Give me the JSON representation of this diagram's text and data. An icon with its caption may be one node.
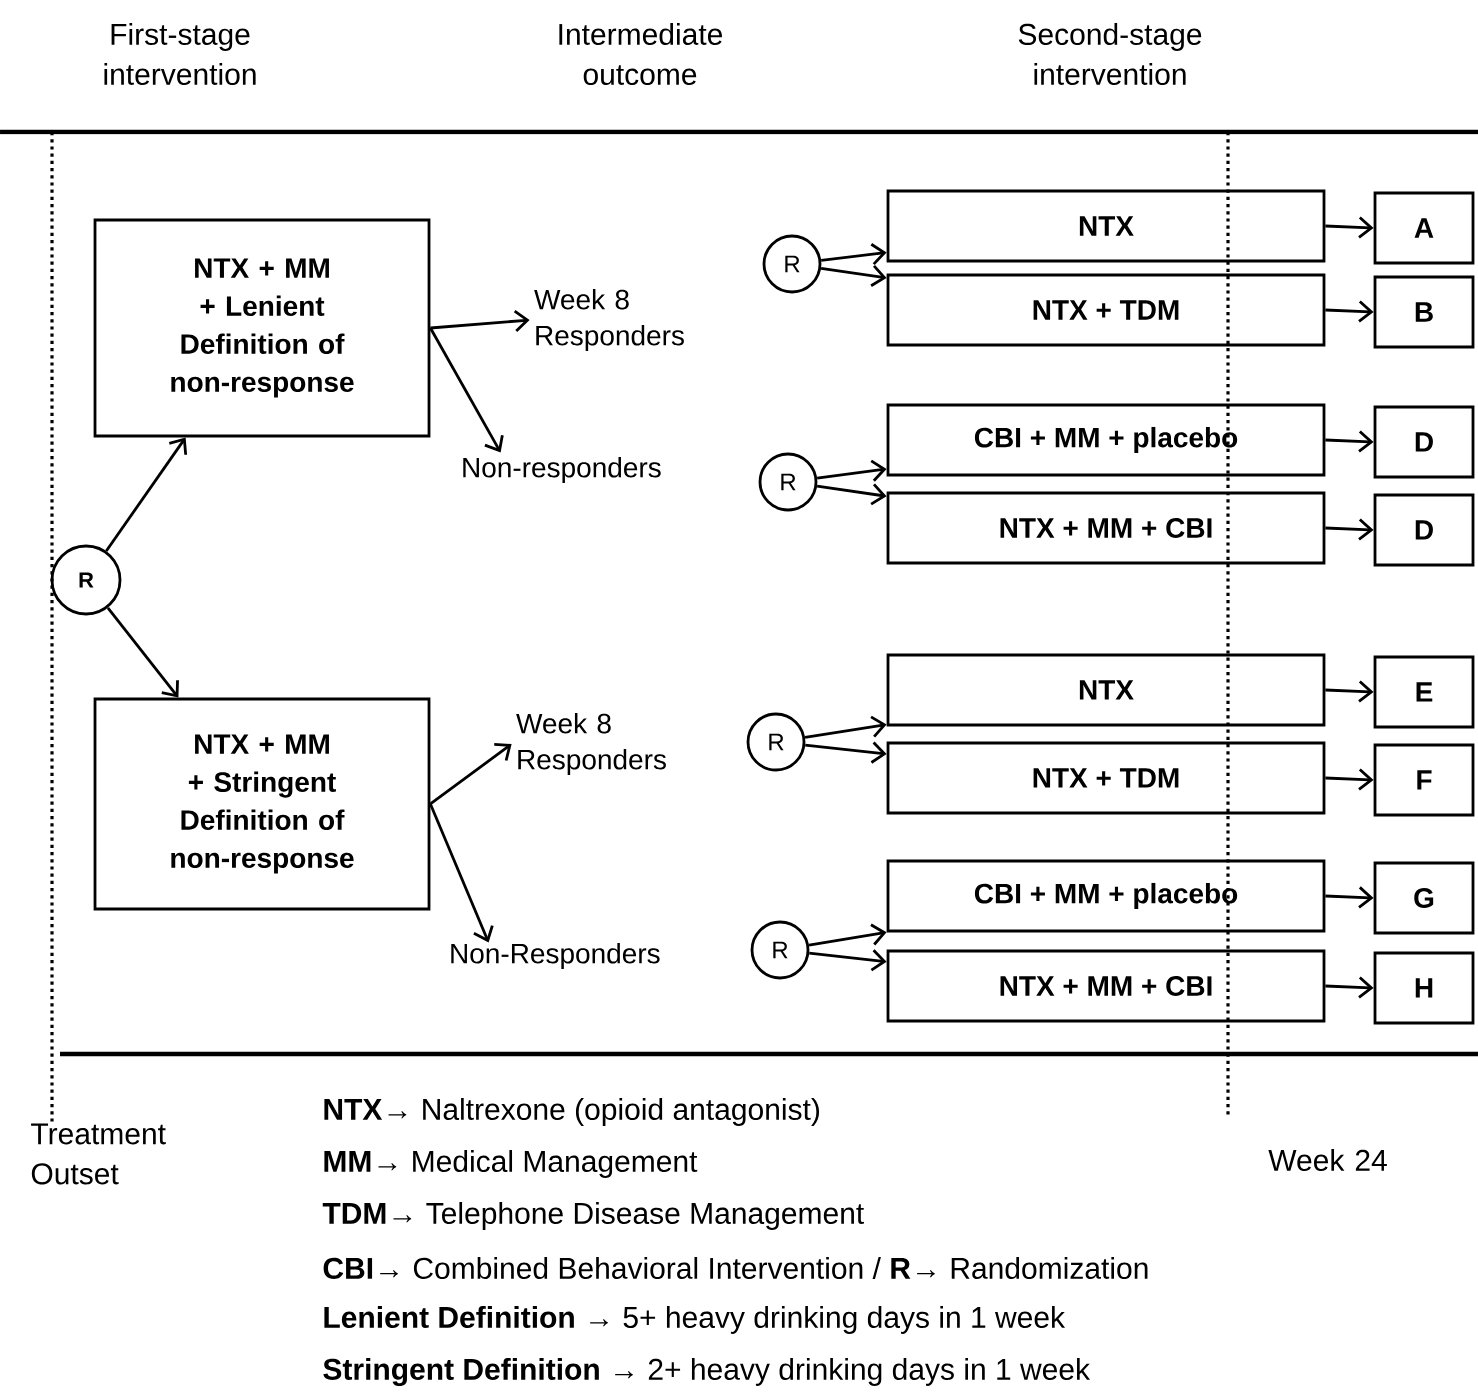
{
  "diagram": {
    "nodes": [
      {
        "text": [
          "R"
        ]
      },
      {
        "text": [
          "NTX + MM + Lenient Definition of non-response"
        ]
      },
      {
        "text": [
          "NTX + MM + Stringent Definition of non-response"
        ]
      },
      {
        "text": [
          "Week 8 Responders"
        ]
      },
      {
        "text": [
          "Non-responders"
        ]
      },
      {
        "text": [
          "Week 8 Responders"
        ]
      },
      {
        "text": [
          "Non-Responders"
        ]
      },
      {
        "text": [
          "R"
        ]
      },
      {
        "text": [
          "R"
        ]
      },
      {
        "text": [
          "R"
        ]
      },
      {
        "text": [
          "R"
        ]
      },
      {
        "text": [
          "NTX"
        ]
      },
      {
        "text": [
          "NTX + TDM"
        ]
      },
      {
        "text": [
          "CBI  + MM + placebo"
        ]
      },
      {
        "text": [
          "NTX + MM + CBI"
        ]
      },
      {
        "text": [
          "NTX"
        ]
      },
      {
        "text": [
          "NTX + TDM"
        ]
      },
      {
        "text": [
          "CBI + MM + placebo"
        ]
      },
      {
        "text": [
          "NTX + MM + CBI"
        ]
      },
      {
        "text": [
          "A"
        ]
      },
      {
        "text": [
          "B"
        ]
      },
      {
        "text": [
          "D"
        ]
      },
      {
        "text": [
          "D"
        ]
      },
      {
        "text": [
          "E"
        ]
      },
      {
        "text": [
          "F"
        ]
      },
      {
        "text": [
          "G"
        ]
      },
      {
        "text": [
          "H"
        ]
      }
    ],
    "edges": [
      {
        "from": 0,
        "to": 1,
        "arrow": "to"
      },
      {
        "from": 0,
        "to": 2,
        "arrow": "to"
      },
      {
        "from": 1,
        "to": 3,
        "arrow": "to"
      },
      {
        "from": 1,
        "to": 4,
        "arrow": "to"
      },
      {
        "from": 2,
        "to": 5,
        "arrow": "to"
      },
      {
        "from": 2,
        "to": 6,
        "arrow": "to"
      },
      {
        "from": 7,
        "to": 11,
        "arrow": "to"
      },
      {
        "from": 7,
        "to": 12,
        "arrow": "to"
      },
      {
        "from": 8,
        "to": 13,
        "arrow": "to"
      },
      {
        "from": 8,
        "to": 14,
        "arrow": "to"
      },
      {
        "from": 9,
        "to": 15,
        "arrow": "to"
      },
      {
        "from": 9,
        "to": 16,
        "arrow": "to"
      },
      {
        "from": 10,
        "to": 17,
        "arrow": "to"
      },
      {
        "from": 10,
        "to": 18,
        "arrow": "to"
      },
      {
        "from": 11,
        "to": 19,
        "arrow": "to"
      },
      {
        "from": 12,
        "to": 20,
        "arrow": "to"
      },
      {
        "from": 13,
        "to": 21,
        "arrow": "to"
      },
      {
        "from": 14,
        "to": 22,
        "arrow": "to"
      },
      {
        "from": 15,
        "to": 23,
        "arrow": "to"
      },
      {
        "from": 16,
        "to": 24,
        "arrow": "to"
      },
      {
        "from": 17,
        "to": 25,
        "arrow": "to"
      },
      {
        "from": 18,
        "to": 26,
        "arrow": "to"
      }
    ],
    "labels": [
      "First-stage intervention",
      "Intermediate outcome",
      "Second-stage intervention",
      "Treatment Outset",
      "**NTX**→ Naltrexone (opioid antagonist)",
      "**MM**→ Medical Management",
      "Week 24",
      "**TDM**→ Telephone Disease Management",
      "**CBI**→  Combined Behavioral Intervention / **R**→ Randomization",
      "**Lenient Definition** → 5+ heavy drinking days in 1 week",
      "**Stringent Definition** → 2+ heavy drinking days in 1 week"
    ]
  }
}
